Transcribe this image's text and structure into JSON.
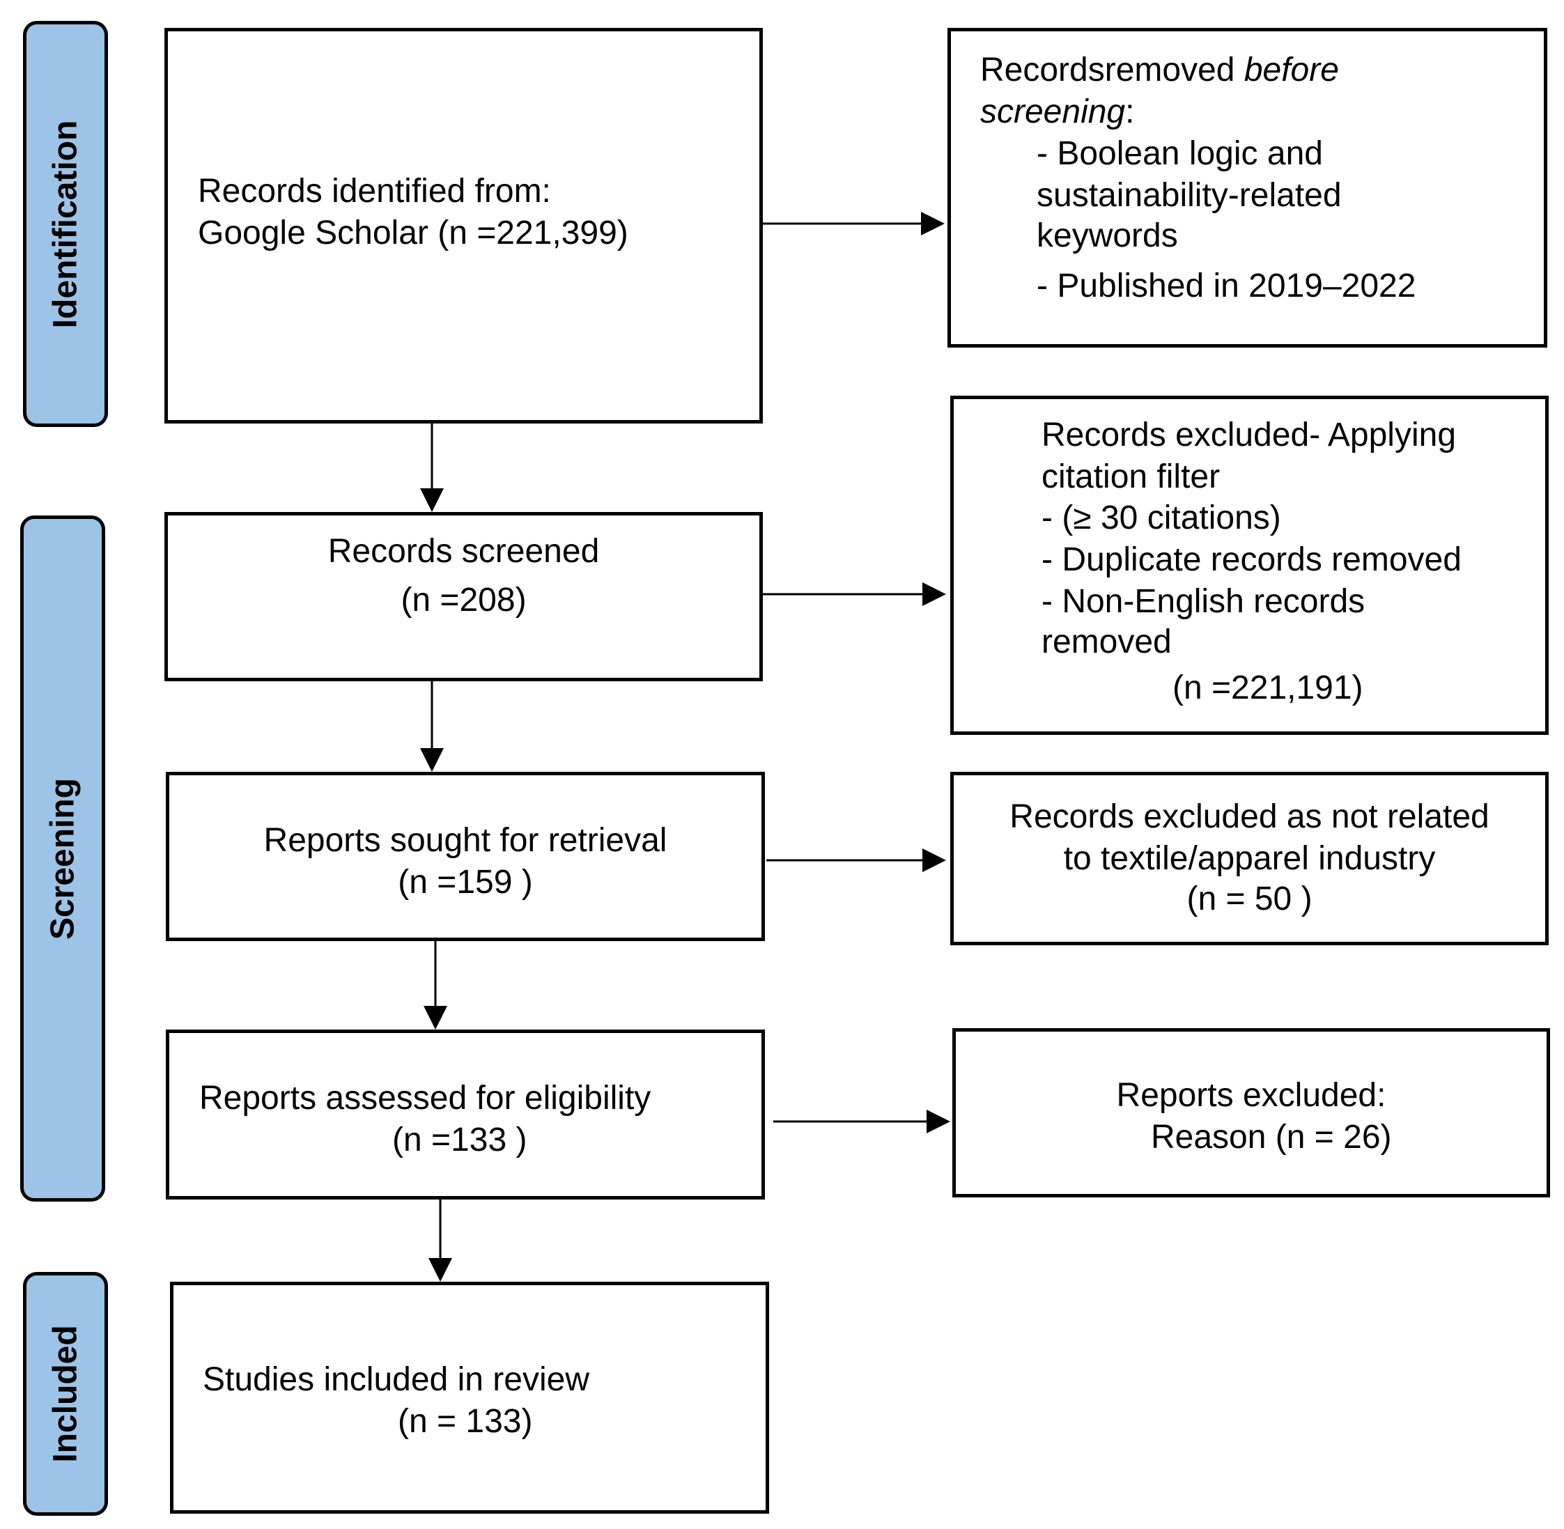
{
  "phases": {
    "identification": "Identification",
    "screening": "Screening",
    "included": "Included"
  },
  "boxes": {
    "identified": {
      "line1": "Records identified from:",
      "line2": "Google Scholar (n =221,399)"
    },
    "removed_before": {
      "line1_prefix": "Recordsremoved ",
      "line1_italic": "before",
      "line2_italic": "screening",
      "line2_suffix": ":",
      "bullet1_line1": "- Boolean logic and",
      "bullet1_line2": "sustainability-related",
      "bullet1_line3": "keywords",
      "bullet2": "- Published in 2019–2022"
    },
    "screened": {
      "line1": "Records screened",
      "line2": "(n =208)"
    },
    "excluded_citation": {
      "line1": "Records excluded- Applying",
      "line2": "citation filter",
      "line3": "-  (≥ 30 citations)",
      "line4": "- Duplicate records removed",
      "line5": "- Non-English records",
      "line6": "removed",
      "line7": "(n =221,191)"
    },
    "sought": {
      "line1": "Reports sought for retrieval",
      "line2": "(n =159 )"
    },
    "excluded_textile": {
      "line1": "Records excluded as not related",
      "line2": "to textile/apparel industry",
      "line3": "(n = 50 )"
    },
    "assessed": {
      "line1": "Reports assessed for eligibility",
      "line2": "(n =133 )"
    },
    "reports_excluded": {
      "line1": "Reports excluded:",
      "line2": "Reason (n = 26)"
    },
    "included": {
      "line1": "Studies included in review",
      "line2": "(n = 133)"
    }
  },
  "colors": {
    "phase_fill": "#9dc3e6",
    "stroke": "#000000",
    "background": "#ffffff"
  }
}
